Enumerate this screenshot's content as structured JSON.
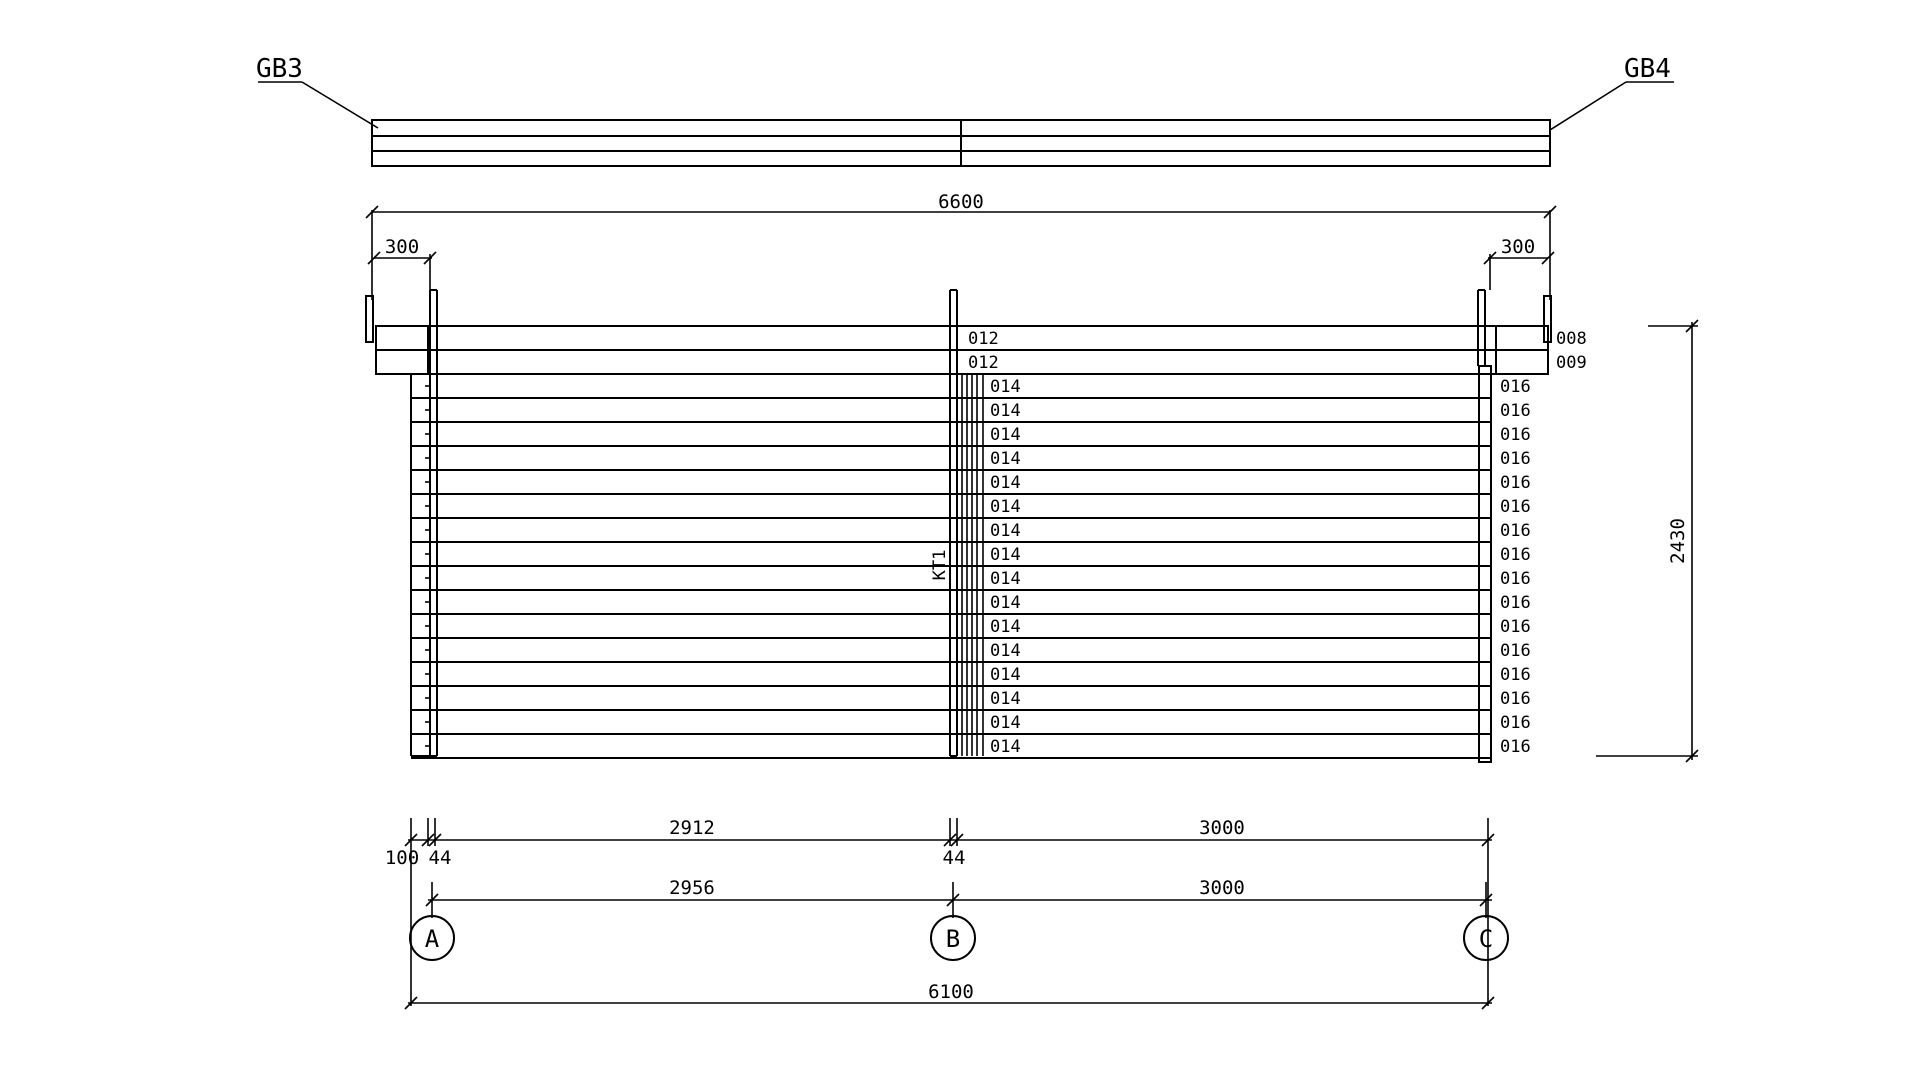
{
  "beam_tags": {
    "left": "GB3",
    "right": "GB4"
  },
  "dimensions": {
    "overall_top": "6600",
    "left_end": "300",
    "right_end": "300",
    "height": "2430",
    "span_left_upper": "2912",
    "span_right_upper": "3000",
    "offset_left": "100",
    "gap_left": "44",
    "gap_mid": "44",
    "span_left_lower": "2956",
    "span_right_lower": "3000",
    "overall_bottom": "6100"
  },
  "column_label": "KT1",
  "right_end_labels": [
    "008",
    "009"
  ],
  "middle_labels": [
    "012",
    "012",
    "014",
    "014",
    "014",
    "014",
    "014",
    "014",
    "014",
    "014",
    "014",
    "014",
    "014",
    "014",
    "014",
    "014",
    "014",
    "014"
  ],
  "right_labels": [
    "016",
    "016",
    "016",
    "016",
    "016",
    "016",
    "016",
    "016",
    "016",
    "016",
    "016",
    "016",
    "016",
    "016",
    "016",
    "016"
  ],
  "grid_axes": [
    "A",
    "B",
    "C"
  ]
}
